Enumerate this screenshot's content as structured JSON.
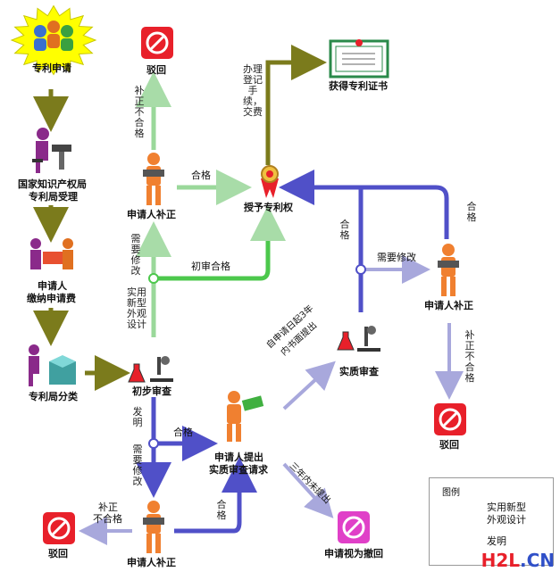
{
  "nodes": {
    "apply": "专利申请",
    "cnipa_line1": "国家知识产权局",
    "cnipa_line2": "专利局受理",
    "fee_line1": "申请人",
    "fee_line2": "缴纳申请费",
    "classify": "专利局分类",
    "prelim": "初步审查",
    "reject_top": "驳回",
    "correct_top": "申请人补正",
    "grant": "授予专利权",
    "certificate": "获得专利证书",
    "substantive": "实质审查",
    "correct_right": "申请人补正",
    "reject_right": "驳回",
    "request_line1": "申请人提出",
    "request_line2": "实质审查请求",
    "withdrawn": "申请视为撤回",
    "correct_bottom": "申请人补正",
    "reject_left": "驳回"
  },
  "edges": {
    "unqualified_top": "补正不合格",
    "qualified_top": "合格",
    "register_fee": "办理登记手续，交费",
    "need_modify_left": "需要修改",
    "utility_design": "实用新型外观设计",
    "prelim_pass": "初审合格",
    "qualified_mid": "合格",
    "need_modify_right": "需要修改",
    "qualified_right": "合格",
    "unqualified_right": "补正不合格",
    "invention": "发明",
    "qualified_bottom_h": "合格",
    "need_modify_bottom": "需要修改",
    "within_3y_line1": "自申请日起3年",
    "within_3y_line2": "内书面提出",
    "not_within_3y": "三年内未提出",
    "qualified_bottom_v": "合格",
    "unqualified_bottom_line1": "补正",
    "unqualified_bottom_line2": "不合格"
  },
  "legend": {
    "title": "图例",
    "green_line1": "实用新型",
    "green_line2": "外观设计",
    "blue_label": "发明"
  },
  "watermark": {
    "a": "H2L",
    "b": ".CN"
  },
  "colors": {
    "olive": "#7b7b1c",
    "green": "#55cc55",
    "blue": "#5050c8",
    "lavender": "#c8c8ea",
    "lightgreen": "#c8eac8",
    "reject_red": "#e8202a",
    "withdrawn_magenta": "#e040c8",
    "starburst": "#ffff00",
    "watermark_red": "#e8202a",
    "watermark_blue": "#3050c8"
  }
}
